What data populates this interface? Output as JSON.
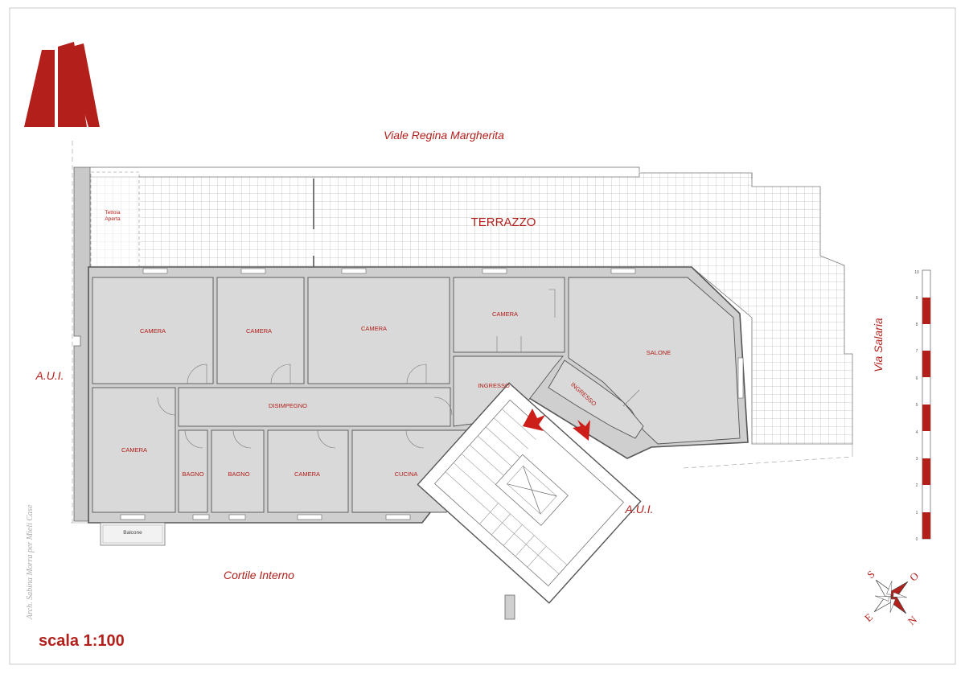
{
  "logo": {
    "color": "#b3201b"
  },
  "streets": {
    "north": "Viale Regina Margherita",
    "east": "Via Salaria",
    "south": "Cortile Interno"
  },
  "aui_labels": [
    "A.U.I.",
    "A.U.I."
  ],
  "terrace": {
    "label": "TERRAZZO"
  },
  "canopy": {
    "line1": "Tettoia",
    "line2": "Aperta"
  },
  "balcony": {
    "label": "Balcone"
  },
  "rooms": [
    "CAMERA",
    "CAMERA",
    "CAMERA",
    "CAMERA",
    "SALONE",
    "INGRESSO",
    "INGRESSO",
    "DISIMPEGNO",
    "CAMERA",
    "BAGNO",
    "BAGNO",
    "CAMERA",
    "CUCINA"
  ],
  "scale": {
    "label": "scala 1:100",
    "ticks": [
      "0",
      "1",
      "2",
      "3",
      "4",
      "5",
      "6",
      "7",
      "8",
      "9",
      "10"
    ]
  },
  "credit": "Arch. Sabina Morra per Mieli Case",
  "compass": {
    "n": "N",
    "s": "S",
    "e": "E",
    "o": "O"
  },
  "colors": {
    "accent": "#b3201b",
    "room_fill": "#d9d9d9",
    "wall": "#666666"
  }
}
